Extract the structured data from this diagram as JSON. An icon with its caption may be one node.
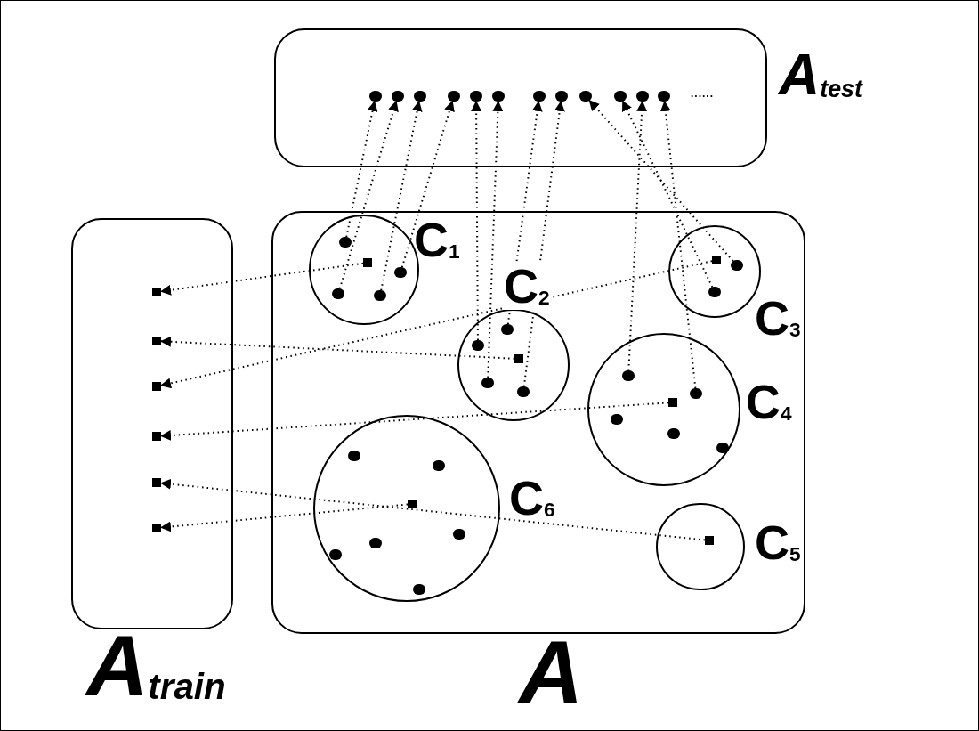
{
  "diagram": {
    "nodes": [
      {
        "text": [
          "A$_{test}$"
        ]
      },
      {
        "text": [],
        "shape": "circle",
        "in": 0
      },
      {
        "text": [],
        "shape": "circle",
        "in": 0
      },
      {
        "text": [],
        "shape": "circle",
        "in": 0
      },
      {
        "text": [],
        "shape": "circle",
        "in": 0
      },
      {
        "text": [],
        "shape": "circle",
        "in": 0
      },
      {
        "text": [],
        "shape": "circle",
        "in": 0
      },
      {
        "text": [],
        "shape": "circle",
        "in": 0
      },
      {
        "text": [],
        "shape": "circle",
        "in": 0
      },
      {
        "text": [],
        "shape": "circle",
        "in": 0
      },
      {
        "text": [],
        "shape": "circle",
        "in": 0
      },
      {
        "text": [],
        "shape": "circle",
        "in": 0
      },
      {
        "text": [],
        "shape": "circle",
        "in": 0
      },
      {
        "text": [
          "A$_{train}$"
        ]
      },
      {
        "text": [],
        "shape": "box",
        "in": 13
      },
      {
        "text": [],
        "shape": "box",
        "in": 13
      },
      {
        "text": [],
        "shape": "box",
        "in": 13
      },
      {
        "text": [],
        "shape": "box",
        "in": 13
      },
      {
        "text": [],
        "shape": "box",
        "in": 13
      },
      {
        "text": [],
        "shape": "box",
        "in": 13
      },
      {
        "text": [
          "A"
        ]
      },
      {
        "text": [
          "C$_{1}$"
        ],
        "in": 20
      },
      {
        "text": [],
        "shape": "box",
        "in": 21
      },
      {
        "text": [],
        "shape": "circle",
        "in": 21
      },
      {
        "text": [],
        "shape": "circle",
        "in": 21
      },
      {
        "text": [],
        "shape": "circle",
        "in": 21
      },
      {
        "text": [],
        "shape": "circle",
        "in": 21
      },
      {
        "text": [
          "C$_{2}$"
        ],
        "in": 20
      },
      {
        "text": [],
        "shape": "box",
        "in": 27
      },
      {
        "text": [],
        "shape": "circle",
        "in": 27
      },
      {
        "text": [],
        "shape": "circle",
        "in": 27
      },
      {
        "text": [],
        "shape": "circle",
        "in": 27
      },
      {
        "text": [],
        "shape": "circle",
        "in": 27
      },
      {
        "text": [
          "C$_{3}$"
        ],
        "in": 20
      },
      {
        "text": [],
        "shape": "box",
        "in": 33
      },
      {
        "text": [],
        "shape": "circle",
        "in": 33
      },
      {
        "text": [],
        "shape": "circle",
        "in": 33
      },
      {
        "text": [
          "C$_{4}$"
        ],
        "in": 20
      },
      {
        "text": [],
        "shape": "box",
        "in": 37
      },
      {
        "text": [],
        "shape": "circle",
        "in": 37
      },
      {
        "text": [],
        "shape": "circle",
        "in": 37
      },
      {
        "text": [],
        "shape": "circle",
        "in": 37
      },
      {
        "text": [],
        "shape": "circle",
        "in": 37
      },
      {
        "text": [],
        "shape": "circle",
        "in": 37
      },
      {
        "text": [
          "C$_{6}$"
        ],
        "in": 20
      },
      {
        "text": [],
        "shape": "box",
        "in": 44
      },
      {
        "text": [],
        "shape": "circle",
        "in": 44
      },
      {
        "text": [],
        "shape": "circle",
        "in": 44
      },
      {
        "text": [],
        "shape": "circle",
        "in": 44
      },
      {
        "text": [],
        "shape": "circle",
        "in": 44
      },
      {
        "text": [],
        "shape": "circle",
        "in": 44
      },
      {
        "text": [],
        "shape": "circle",
        "in": 44
      },
      {
        "text": [
          "C$_{5}$"
        ],
        "in": 20
      },
      {
        "text": [],
        "shape": "box",
        "in": 52
      }
    ],
    "edges": [
      {
        "from": 23,
        "to": 1,
        "arrow": "to"
      },
      {
        "from": 24,
        "to": 2,
        "arrow": "to"
      },
      {
        "from": 25,
        "to": 3,
        "arrow": "to"
      },
      {
        "from": 26,
        "to": 4,
        "arrow": "to"
      },
      {
        "from": 29,
        "to": 5,
        "arrow": "to"
      },
      {
        "from": 30,
        "to": 6,
        "arrow": "to"
      },
      {
        "from": 31,
        "to": 7,
        "arrow": "to"
      },
      {
        "from": 32,
        "to": 8,
        "arrow": "to"
      },
      {
        "from": 35,
        "to": 9,
        "arrow": "to"
      },
      {
        "from": 36,
        "to": 10,
        "arrow": "to"
      },
      {
        "from": 39,
        "to": 11,
        "arrow": "to"
      },
      {
        "from": 40,
        "to": 12,
        "arrow": "to"
      },
      {
        "from": 22,
        "to": 14,
        "arrow": "to"
      },
      {
        "from": 28,
        "to": 15,
        "arrow": "to"
      },
      {
        "from": 34,
        "to": 16,
        "arrow": "to"
      },
      {
        "from": 38,
        "to": 17,
        "arrow": "to"
      },
      {
        "from": 53,
        "to": 18,
        "arrow": "to"
      },
      {
        "from": 45,
        "to": 19,
        "arrow": "to"
      }
    ],
    "labels": [
      "......"
    ]
  }
}
